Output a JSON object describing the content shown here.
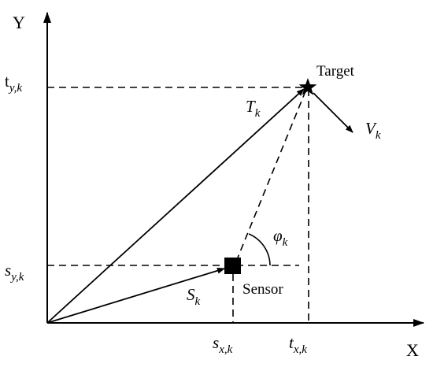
{
  "axes": {
    "x_label": "X",
    "y_label": "Y"
  },
  "points": {
    "target_label": "Target",
    "sensor_label": "Sensor"
  },
  "vectors": {
    "target_position": {
      "symbol": "T",
      "subscript": "k"
    },
    "sensor_position": {
      "symbol": "S",
      "subscript": "k"
    },
    "target_velocity": {
      "symbol": "V",
      "subscript": "k"
    },
    "bearing_angle": {
      "symbol": "φ",
      "subscript": "k"
    }
  },
  "coordinates": {
    "target_y": {
      "symbol": "t",
      "subscript": "y,k"
    },
    "sensor_y": {
      "symbol": "s",
      "subscript": "y,k"
    },
    "sensor_x": {
      "symbol": "s",
      "subscript": "x,k"
    },
    "target_x": {
      "symbol": "t",
      "subscript": "x,k"
    }
  },
  "style": {
    "line_color": "#000000",
    "background": "#ffffff"
  }
}
